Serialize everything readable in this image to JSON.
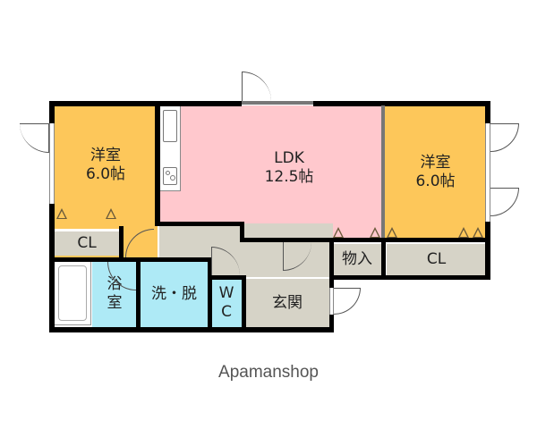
{
  "floorplan": {
    "rooms": [
      {
        "id": "western-room-left",
        "name": "洋室",
        "size": "6.0帖",
        "color": "#fdc75a"
      },
      {
        "id": "ldk",
        "name": "LDK",
        "size": "12.5帖",
        "color": "#ffc8cd"
      },
      {
        "id": "western-room-right",
        "name": "洋室",
        "size": "6.0帖",
        "color": "#fdc75a"
      },
      {
        "id": "closet-left",
        "name": "CL",
        "color": "#d6d3c7"
      },
      {
        "id": "storage",
        "name": "物入",
        "color": "#d6d3c7"
      },
      {
        "id": "closet-right",
        "name": "CL",
        "color": "#d6d3c7"
      },
      {
        "id": "bathroom",
        "name_line1": "浴",
        "name_line2": "室",
        "color": "#aeeaf6"
      },
      {
        "id": "washroom",
        "name": "洗・脱",
        "color": "#aeeaf6"
      },
      {
        "id": "toilet",
        "name_line1": "W",
        "name_line2": "C",
        "color": "#aeeaf6"
      },
      {
        "id": "entrance",
        "name": "玄関",
        "color": "#d6d3c7"
      }
    ]
  },
  "footer": {
    "brand": "Apamanshop"
  }
}
